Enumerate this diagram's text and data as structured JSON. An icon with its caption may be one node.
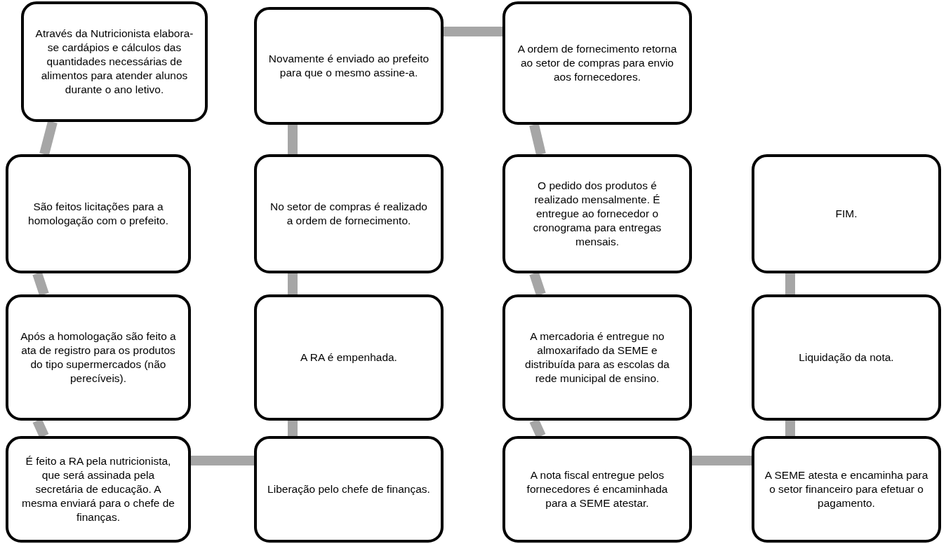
{
  "diagram": {
    "nodes": [
      {
        "text": [
          "Através da Nutricionista elabora-se cardápios e cálculos das quantidades necessárias de alimentos para atender alunos durante o ano letivo."
        ]
      },
      {
        "text": [
          "São feitos licitações para a homologação com o prefeito."
        ]
      },
      {
        "text": [
          "Após a homologação são feito a ata de registro para os produtos  do tipo supermercados (não perecíveis)."
        ]
      },
      {
        "text": [
          "É feito a RA pela nutricionista, que será assinada pela secretária de educação. A mesma enviará para o chefe de finanças."
        ]
      },
      {
        "text": [
          "Liberação pelo chefe de finanças."
        ]
      },
      {
        "text": [
          "A RA é empenhada."
        ]
      },
      {
        "text": [
          "No setor de compras é realizado a ordem de fornecimento."
        ]
      },
      {
        "text": [
          "Novamente é enviado ao prefeito para que o mesmo assine-a."
        ]
      },
      {
        "text": [
          "A ordem de fornecimento retorna ao setor de compras para envio aos fornecedores."
        ]
      },
      {
        "text": [
          "O pedido dos produtos é realizado mensalmente. É entregue ao fornecedor o cronograma para entregas mensais."
        ]
      },
      {
        "text": [
          "A mercadoria é entregue no almoxarifado da SEME e distribuída para as escolas da rede municipal de ensino."
        ]
      },
      {
        "text": [
          "A nota fiscal entregue pelos fornecedores é encaminhada para a SEME atestar."
        ]
      },
      {
        "text": [
          "A SEME atesta e encaminha para o setor financeiro para efetuar o pagamento."
        ]
      },
      {
        "text": [
          "Liquidação da nota."
        ]
      },
      {
        "text": [
          "FIM."
        ]
      }
    ],
    "edges": [
      {
        "from": 0,
        "to": 1,
        "arrow": "none"
      },
      {
        "from": 1,
        "to": 2,
        "arrow": "none"
      },
      {
        "from": 2,
        "to": 3,
        "arrow": "none"
      },
      {
        "from": 3,
        "to": 4,
        "arrow": "none"
      },
      {
        "from": 4,
        "to": 5,
        "arrow": "none"
      },
      {
        "from": 5,
        "to": 6,
        "arrow": "none"
      },
      {
        "from": 6,
        "to": 7,
        "arrow": "none"
      },
      {
        "from": 7,
        "to": 8,
        "arrow": "none"
      },
      {
        "from": 8,
        "to": 9,
        "arrow": "none"
      },
      {
        "from": 9,
        "to": 10,
        "arrow": "none"
      },
      {
        "from": 10,
        "to": 11,
        "arrow": "none"
      },
      {
        "from": 11,
        "to": 12,
        "arrow": "none"
      },
      {
        "from": 12,
        "to": 13,
        "arrow": "none"
      },
      {
        "from": 13,
        "to": 14,
        "arrow": "none"
      }
    ]
  }
}
